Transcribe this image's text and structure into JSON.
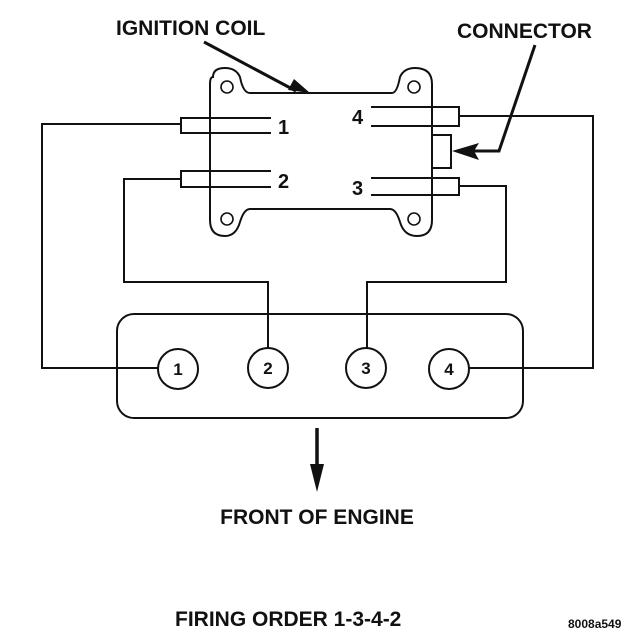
{
  "diagram": {
    "labels": {
      "ignition_coil": "IGNITION COIL",
      "connector": "CONNECTOR",
      "front_of_engine": "FRONT OF ENGINE",
      "firing_order": "FIRING ORDER 1-3-4-2",
      "figure_id": "8008a549"
    },
    "coil_terminals": [
      "1",
      "2",
      "3",
      "4"
    ],
    "cylinders": [
      "1",
      "2",
      "3",
      "4"
    ],
    "connections": [
      {
        "coil_terminal": "1",
        "cylinder": "1"
      },
      {
        "coil_terminal": "2",
        "cylinder": "2"
      },
      {
        "coil_terminal": "3",
        "cylinder": "3"
      },
      {
        "coil_terminal": "4",
        "cylinder": "4"
      }
    ],
    "firing_order": [
      "1",
      "3",
      "4",
      "2"
    ],
    "line_color": "#111111",
    "background_color": "#ffffff"
  }
}
